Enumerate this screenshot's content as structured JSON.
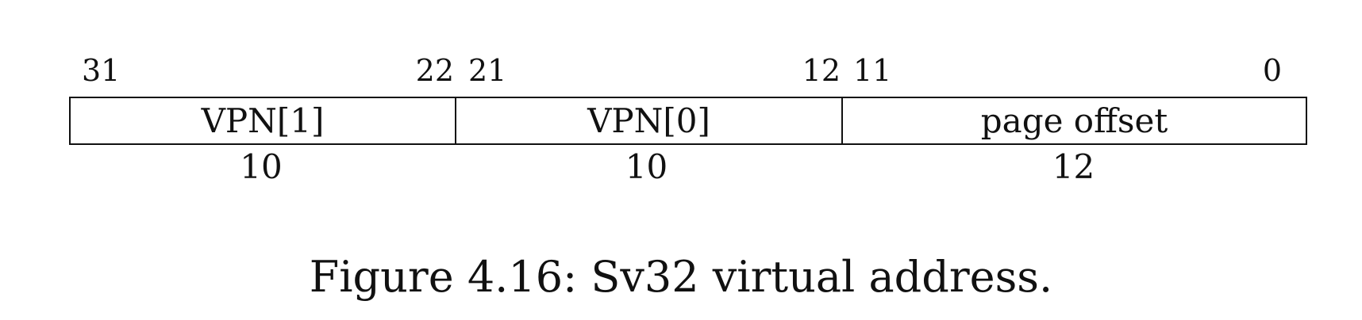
{
  "diagram": {
    "bits": {
      "b31": "31",
      "b22": "22",
      "b21": "21",
      "b12": "12",
      "b11": "11",
      "b0": "0"
    },
    "fields": [
      {
        "label": "VPN[1]",
        "width": "10"
      },
      {
        "label": "VPN[0]",
        "width": "10"
      },
      {
        "label": "page offset",
        "width": "12"
      }
    ],
    "caption": "Figure 4.16: Sv32 virtual address."
  }
}
